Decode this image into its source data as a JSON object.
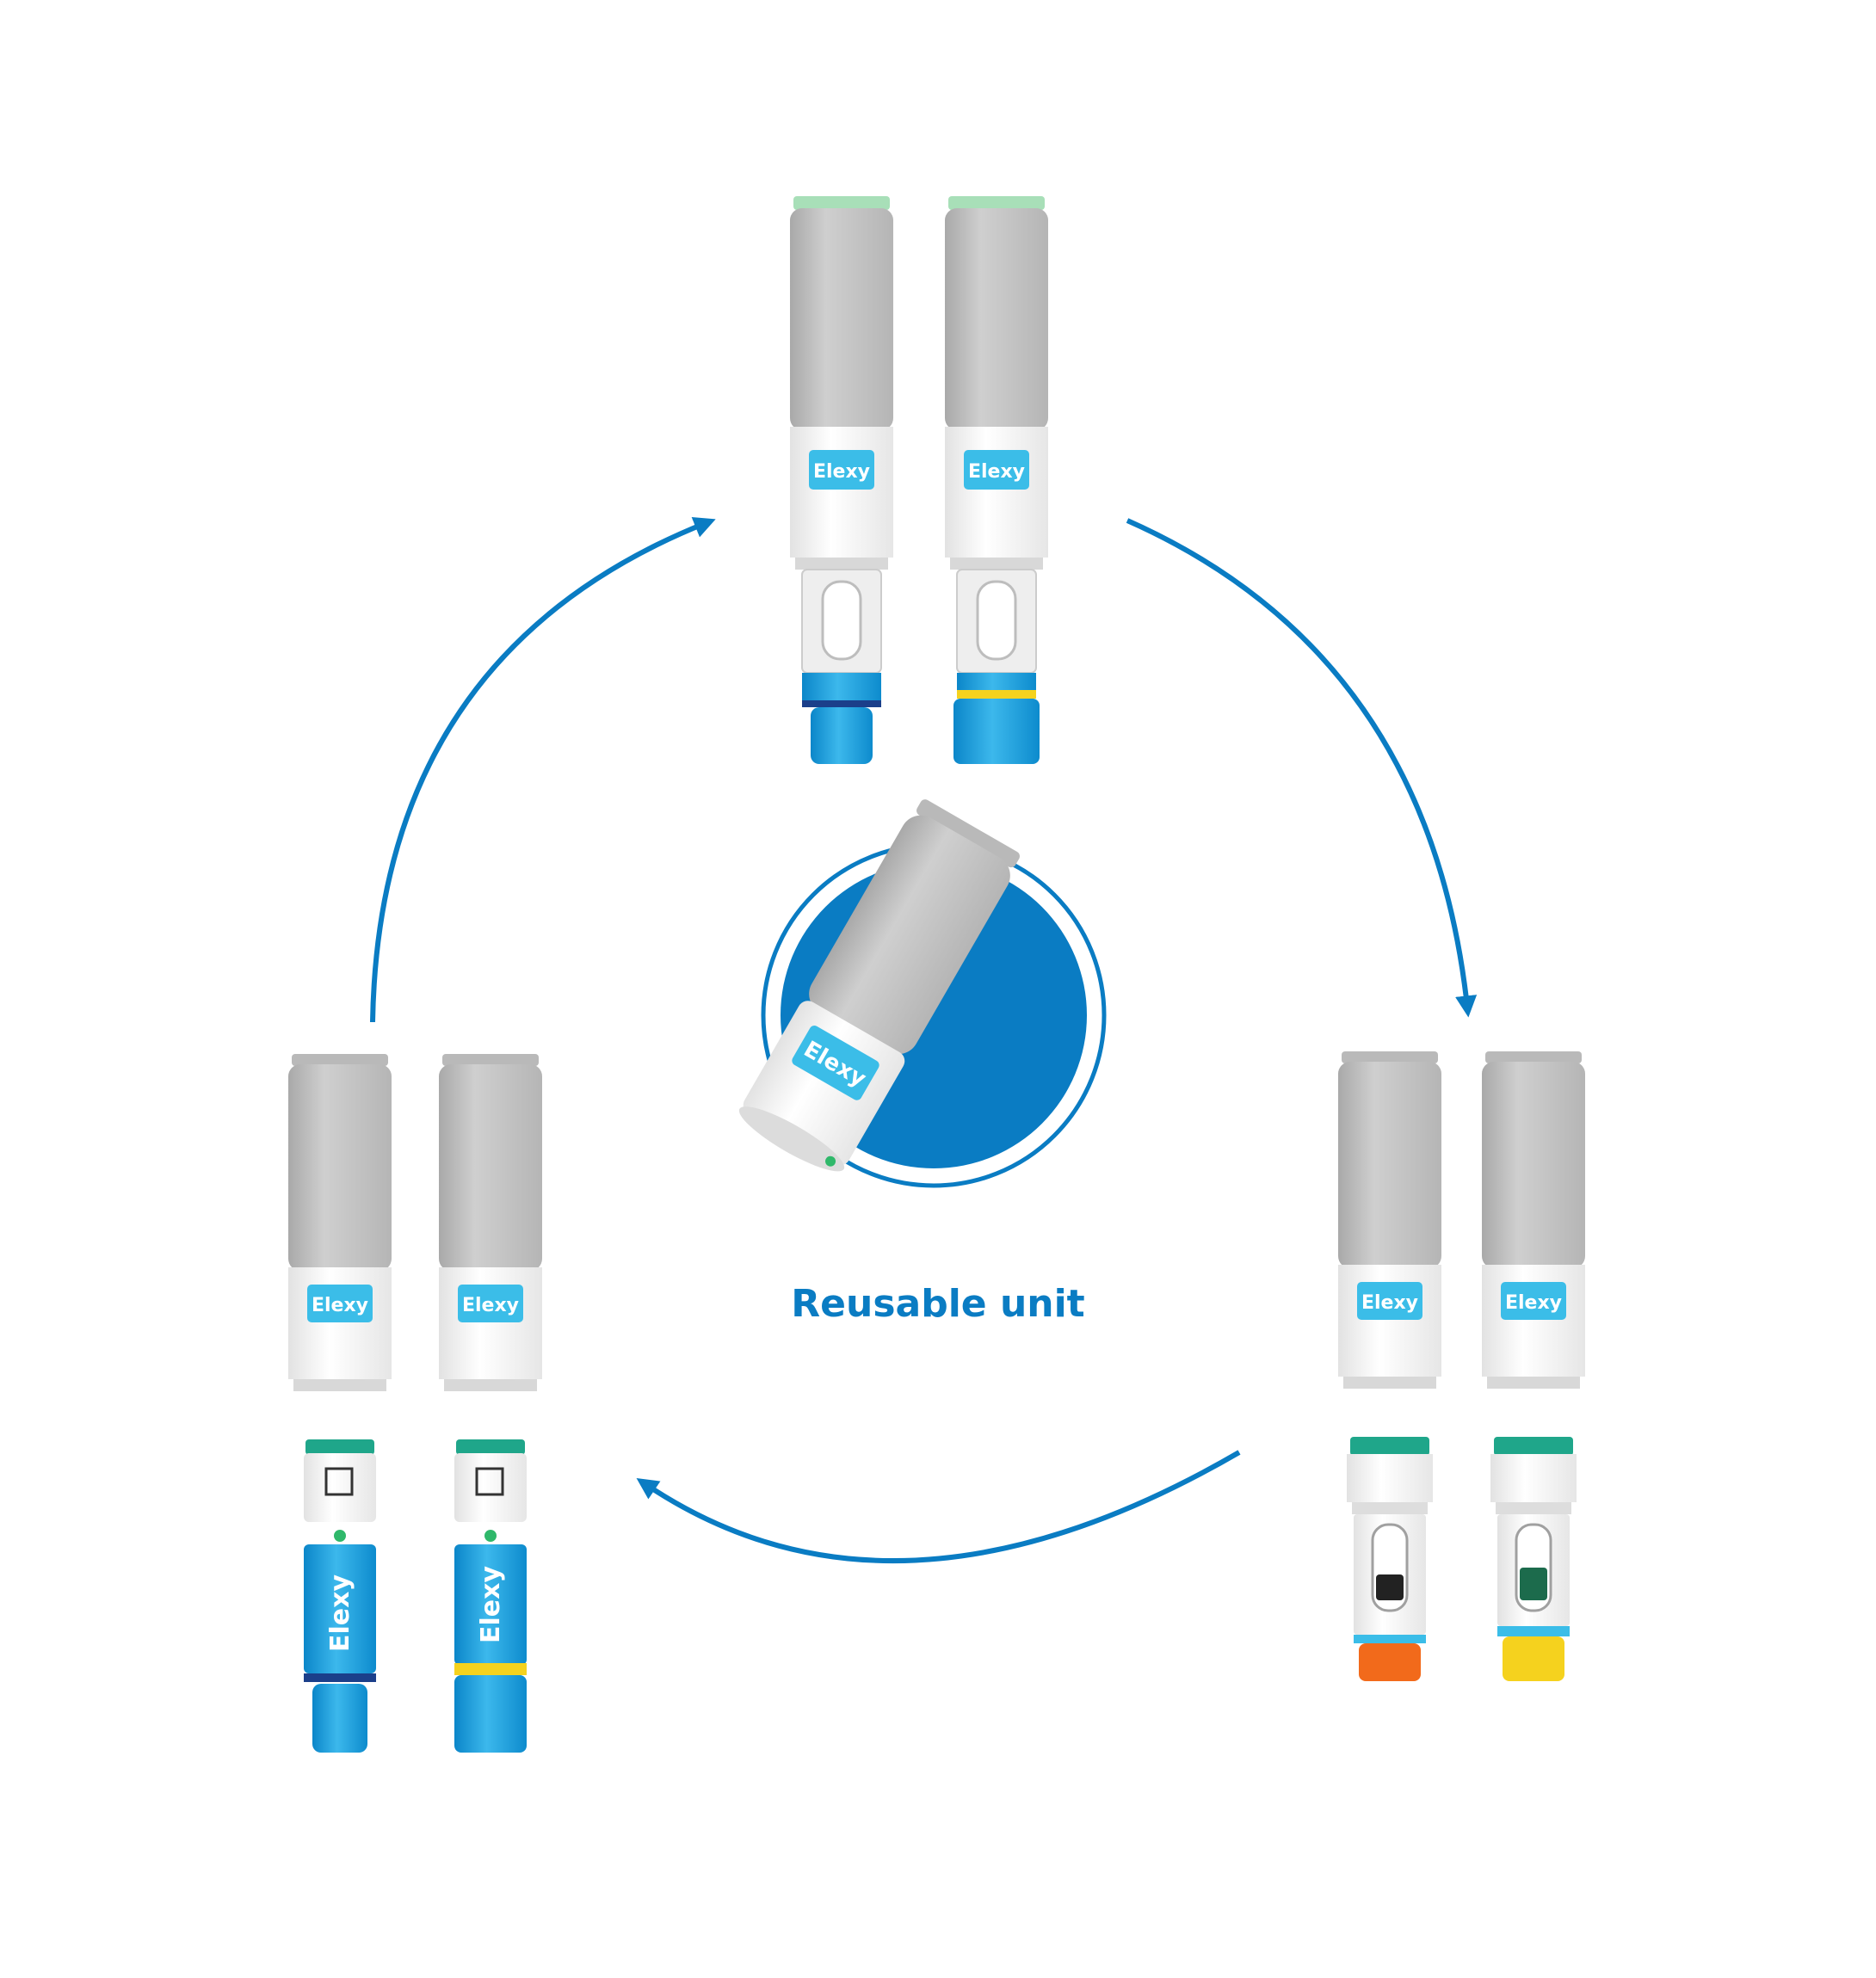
{
  "colors": {
    "brand_blue": "#0a7cc3",
    "label_blue": "#3bbde8",
    "cap_gray": "#c4c4c4",
    "body_white": "#f4f4f4",
    "grip_green": "#a8dfb8",
    "cartridge_blue": "#1aa3dd",
    "cartridge_orange": "#f26a1b",
    "cartridge_yellow": "#f5d21e",
    "teal_ring": "#1fa68a"
  },
  "icons": [
    "cycle-arrow-icon",
    "pen-injector-icon",
    "reusable-unit-icon"
  ],
  "brand_label": "Elexy",
  "center": {
    "caption": "Reusable unit"
  },
  "groups": [
    {
      "id": "top",
      "pens": [
        "assembled-blue",
        "assembled-blue-wide"
      ]
    },
    {
      "id": "right",
      "pens": [
        "separated-orange",
        "separated-yellow"
      ]
    },
    {
      "id": "left",
      "pens": [
        "separated-blue",
        "separated-blue-wide"
      ]
    }
  ]
}
